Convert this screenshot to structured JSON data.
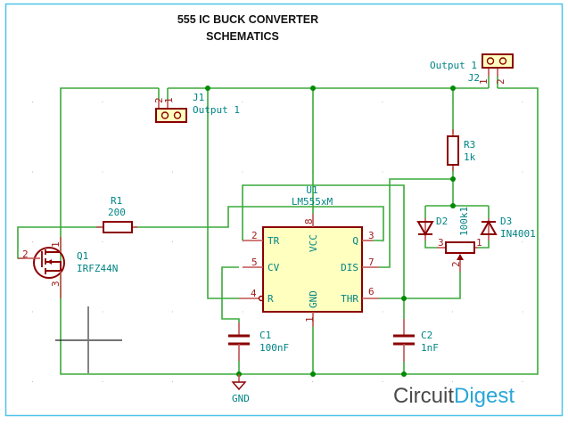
{
  "title": {
    "line1": "555 IC BUCK CONVERTER",
    "line2": "SCHEMATICS"
  },
  "colors": {
    "wire": "#3aaa3a",
    "component": "#8b0000",
    "label": "#008484",
    "ic_fill": "#ffffc0",
    "border": "#4fc3e8",
    "logo_dark": "#4a4a4a",
    "logo_blue": "#2aa6d8"
  },
  "components": {
    "u1": {
      "ref": "U1",
      "value": "LM555xM",
      "pins": {
        "tr": {
          "num": "2",
          "name": "TR"
        },
        "vcc": {
          "num": "8",
          "name": "VCC"
        },
        "q": {
          "num": "3",
          "name": "Q"
        },
        "cv": {
          "num": "5",
          "name": "CV"
        },
        "dis": {
          "num": "7",
          "name": "DIS"
        },
        "r": {
          "num": "4",
          "name": "R"
        },
        "gnd": {
          "num": "1",
          "name": "GND"
        },
        "thr": {
          "num": "6",
          "name": "THR"
        }
      }
    },
    "r1": {
      "ref": "R1",
      "value": "200"
    },
    "r3": {
      "ref": "R3",
      "value": "1k"
    },
    "q1": {
      "ref": "Q1",
      "value": "IRFZ44N",
      "pin_g": "2",
      "pin_d": "1",
      "pin_s": "3"
    },
    "c1": {
      "ref": "C1",
      "value": "100nF"
    },
    "c2": {
      "ref": "C2",
      "value": "1nF"
    },
    "d2": {
      "ref": "D2"
    },
    "d3": {
      "ref": "D3",
      "value": "IN4001"
    },
    "pot": {
      "value": "100k1",
      "pin1": "1",
      "pin2": "2",
      "pin3": "3"
    },
    "j1": {
      "ref": "J1",
      "value": "Output 1",
      "pin1": "1",
      "pin2": "2"
    },
    "j2": {
      "ref": "J2",
      "value": "Output 1",
      "pin1": "1",
      "pin2": "2"
    },
    "gnd": {
      "label": "GND"
    }
  },
  "logo": {
    "part1": "Circuit",
    "part2": "Digest"
  }
}
